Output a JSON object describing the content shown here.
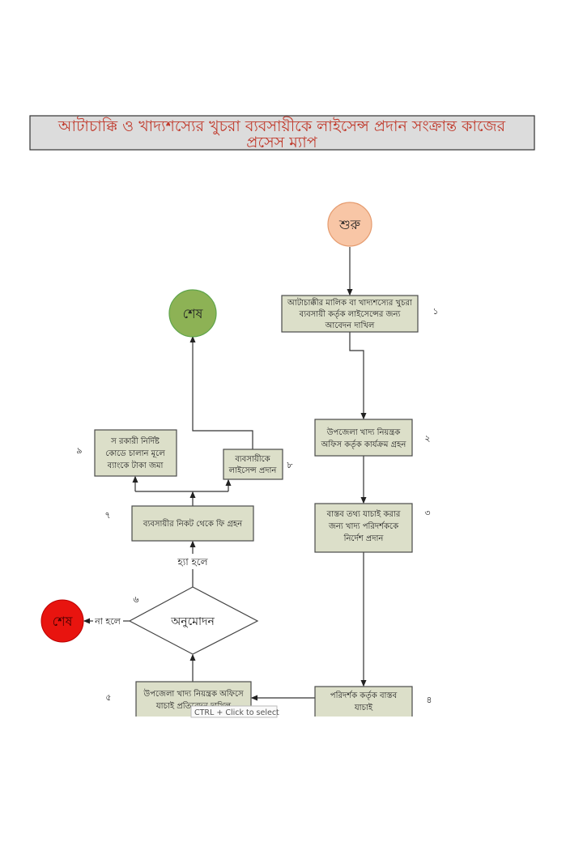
{
  "title": {
    "line1": "আটাচাক্কি ও খাদ্যশস্যের খুচরা ব্যবসায়ীকে লাইসেন্স প্রদান সংক্রান্ত কাজের",
    "line2": "প্রসেস ম্যাপ"
  },
  "start": {
    "label": "শুরু"
  },
  "end_success": {
    "label": "শেষ"
  },
  "end_reject": {
    "label": "শেষ"
  },
  "steps": [
    {
      "num": "১",
      "lines": [
        "আটাচাক্কীর মালিক বা খাদ্যশস্যের খুচরা",
        "ব্যবসায়ী কর্তৃক লাইসেন্সের জন্য",
        "আবেদন দাখিল"
      ]
    },
    {
      "num": "২",
      "lines": [
        "উপজেলা খাদ্য নিয়ন্ত্রক",
        "অফিস কর্তৃক কার্যক্রম গ্রহন"
      ]
    },
    {
      "num": "৩",
      "lines": [
        "বাস্তব তথ্য যাচাই করার",
        "জন্য খাদ্য পরিদর্শককে",
        "নির্দেশ প্রদান"
      ]
    },
    {
      "num": "৪",
      "lines": [
        "পরিদর্শক কর্তৃক বাস্তব",
        "যাচাই"
      ]
    },
    {
      "num": "৫",
      "lines": [
        "উপজেলা খাদ্য নিয়ন্ত্রক অফিসে",
        "যাচাই প্রতিবেদন দাখিল"
      ]
    },
    {
      "num": "৬",
      "lines": [
        "অনুমোদন"
      ]
    },
    {
      "num": "৭",
      "lines": [
        "ব্যবসায়ীর নিকট থেকে ফি গ্রহন"
      ]
    },
    {
      "num": "৮",
      "lines": [
        "ব্যবসায়ীকে",
        "লাইসেন্স প্রদান"
      ]
    },
    {
      "num": "৯",
      "lines": [
        "স রকারী নির্দিষ্ট",
        "কোডে চালান মূলে",
        "ব্যাংকে টাকা জমা"
      ]
    }
  ],
  "edges": {
    "yes": "হ্যা হলে",
    "no": "না হলে"
  },
  "tooltip": "CTRL + Click to select",
  "colors": {
    "start": "#f8c6a6",
    "end_success": "#8db255",
    "end_reject": "#e8140f",
    "box": "#dcdfc9",
    "title_text": "#c0392b"
  }
}
